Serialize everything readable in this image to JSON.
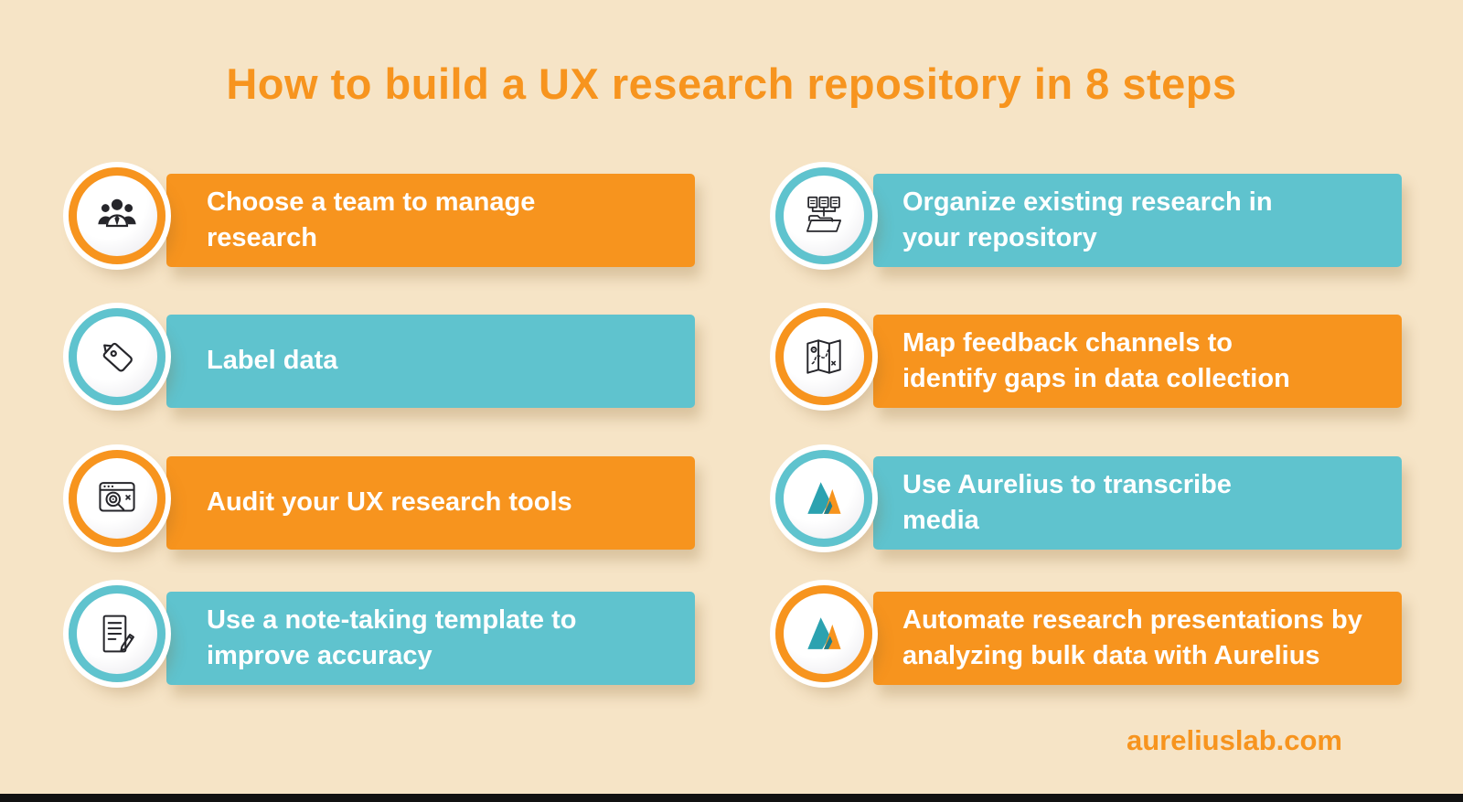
{
  "page": {
    "title": "How to build a UX research repository in 8 steps",
    "website": "aureliuslab.com"
  },
  "colors": {
    "background": "#f6e4c6",
    "orange": "#f7941e",
    "teal": "#5fc3ce",
    "bar_text": "#ffffff",
    "icon_ink": "#26262b"
  },
  "steps": [
    {
      "label": "Choose a team to manage\nresearch",
      "color": "orange",
      "icon": "team-icon"
    },
    {
      "label": "Label data",
      "color": "teal",
      "icon": "tag-icon"
    },
    {
      "label": "Audit your UX research tools",
      "color": "orange",
      "icon": "magnifier-browser-icon"
    },
    {
      "label": "Use a note-taking template to\nimprove accuracy",
      "color": "teal",
      "icon": "note-pencil-icon"
    },
    {
      "label": "Organize existing research in\nyour repository",
      "color": "teal",
      "icon": "folder-documents-icon"
    },
    {
      "label": "Map feedback channels to\nidentify gaps in data collection",
      "color": "orange",
      "icon": "map-icon"
    },
    {
      "label": "Use Aurelius to transcribe\nmedia",
      "color": "teal",
      "icon": "aurelius-logo-icon"
    },
    {
      "label": "Automate research presentations by\nanalyzing bulk data with Aurelius",
      "color": "orange",
      "icon": "aurelius-logo-icon"
    }
  ]
}
